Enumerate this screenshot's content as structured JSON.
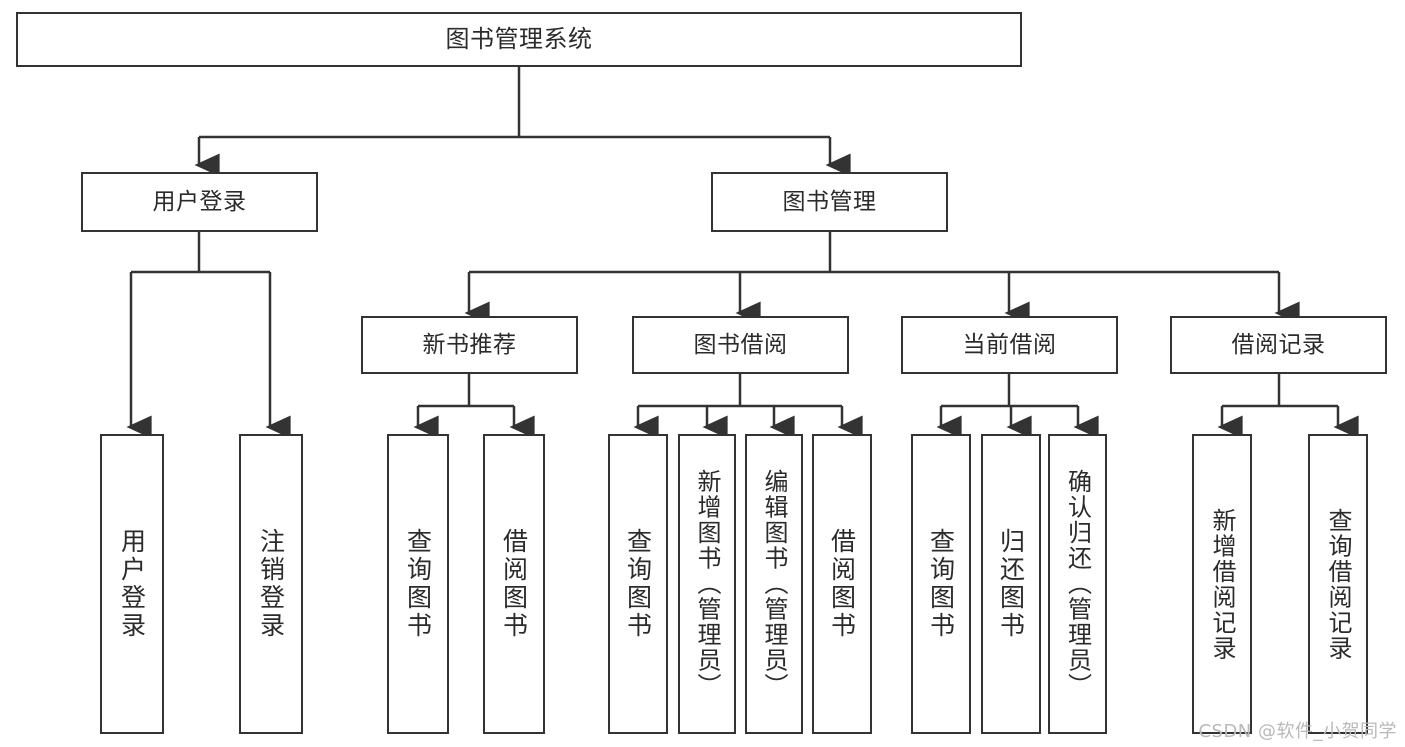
{
  "diagram": {
    "type": "tree-hierarchy",
    "title": "图书管理系统",
    "root": {
      "id": "root",
      "label": "图书管理系统",
      "orientation": "horizontal"
    },
    "level1": [
      {
        "id": "user-login",
        "label": "用户登录",
        "orientation": "horizontal"
      },
      {
        "id": "book-manage",
        "label": "图书管理",
        "orientation": "horizontal"
      }
    ],
    "level2": [
      {
        "id": "new-book-recommend",
        "label": "新书推荐",
        "orientation": "horizontal",
        "parent": "book-manage"
      },
      {
        "id": "book-borrow",
        "label": "图书借阅",
        "orientation": "horizontal",
        "parent": "book-manage"
      },
      {
        "id": "current-borrow",
        "label": "当前借阅",
        "orientation": "horizontal",
        "parent": "book-manage"
      },
      {
        "id": "borrow-record",
        "label": "借阅记录",
        "orientation": "horizontal",
        "parent": "book-manage"
      }
    ],
    "leaves": [
      {
        "id": "leaf-user-login",
        "label": "用户登录",
        "orientation": "vertical",
        "parent": "user-login"
      },
      {
        "id": "leaf-user-logout",
        "label": "注销登录",
        "orientation": "vertical",
        "parent": "user-login"
      },
      {
        "id": "leaf-query-book-1",
        "label": "查询图书",
        "orientation": "vertical",
        "parent": "new-book-recommend"
      },
      {
        "id": "leaf-borrow-book-1",
        "label": "借阅图书",
        "orientation": "vertical",
        "parent": "new-book-recommend"
      },
      {
        "id": "leaf-query-book-2",
        "label": "查询图书",
        "orientation": "vertical",
        "parent": "book-borrow"
      },
      {
        "id": "leaf-add-book",
        "label": "新增图书（管理员）",
        "orientation": "vertical",
        "parent": "book-borrow"
      },
      {
        "id": "leaf-edit-book",
        "label": "编辑图书（管理员）",
        "orientation": "vertical",
        "parent": "book-borrow"
      },
      {
        "id": "leaf-borrow-book-2",
        "label": "借阅图书",
        "orientation": "vertical",
        "parent": "book-borrow"
      },
      {
        "id": "leaf-query-book-3",
        "label": "查询图书",
        "orientation": "vertical",
        "parent": "current-borrow"
      },
      {
        "id": "leaf-return-book",
        "label": "归还图书",
        "orientation": "vertical",
        "parent": "current-borrow"
      },
      {
        "id": "leaf-confirm-return",
        "label": "确认归还（管理员）",
        "orientation": "vertical",
        "parent": "current-borrow"
      },
      {
        "id": "leaf-add-record",
        "label": "新增借阅记录",
        "orientation": "vertical",
        "parent": "borrow-record"
      },
      {
        "id": "leaf-query-record",
        "label": "查询借阅记录",
        "orientation": "vertical",
        "parent": "borrow-record"
      }
    ],
    "colors": {
      "box_border": "#333333",
      "box_fill": "#ffffff",
      "connector": "#333333",
      "text": "#2b2b2b",
      "watermark": "#b9b9b9",
      "background": "#ffffff"
    }
  },
  "watermark": {
    "text": "CSDN @软件_小贺同学"
  }
}
